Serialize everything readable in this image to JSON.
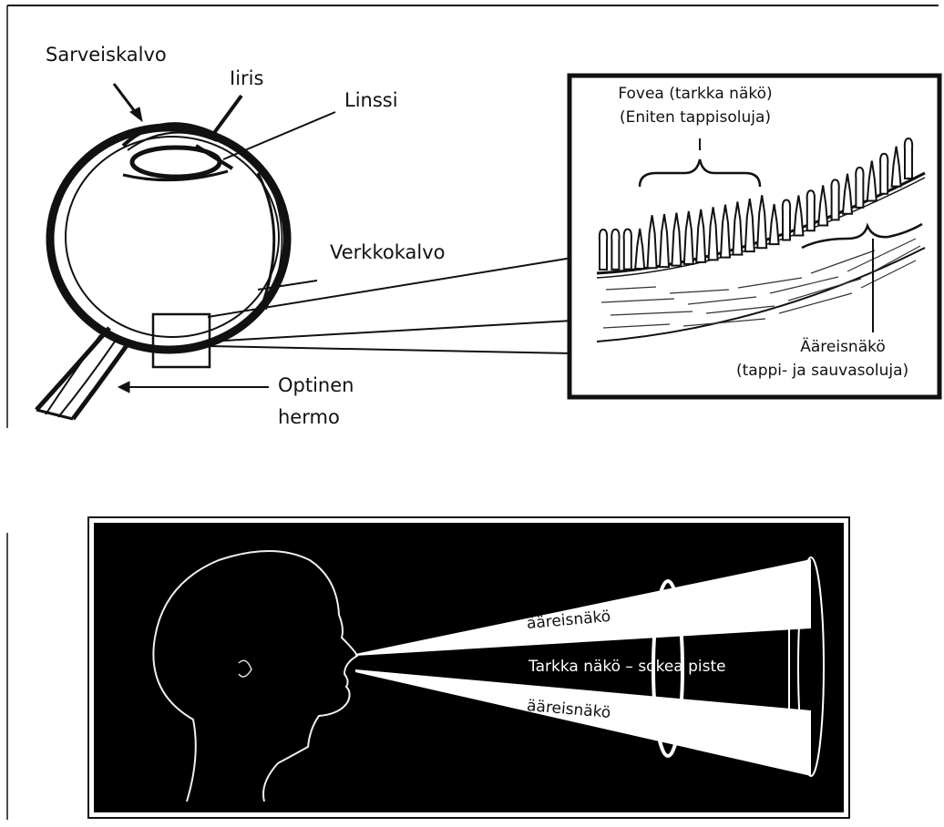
{
  "eye_diagram": {
    "labels": {
      "cornea": "Sarveiskalvo",
      "iris": "Iiris",
      "lens": "Linssi",
      "retina": "Verkkokalvo",
      "optic_nerve_line1": "Optinen",
      "optic_nerve_line2": "hermo"
    },
    "inset": {
      "fovea_line1": "Fovea (tarkka näkö)",
      "fovea_line2": "(Eniten tappisoluja)",
      "periphery_line1": "Ääreisnäkö",
      "periphery_line2": "(tappi- ja sauvasoluja)"
    }
  },
  "vision_diagram": {
    "upper_label": "ääreisnäkö",
    "center_label": "Tarkka näkö – sokea piste",
    "lower_label": "ääreisnäkö"
  },
  "colors": {
    "ink": "#111111",
    "panel_bg": "#000000",
    "paper": "#ffffff"
  }
}
